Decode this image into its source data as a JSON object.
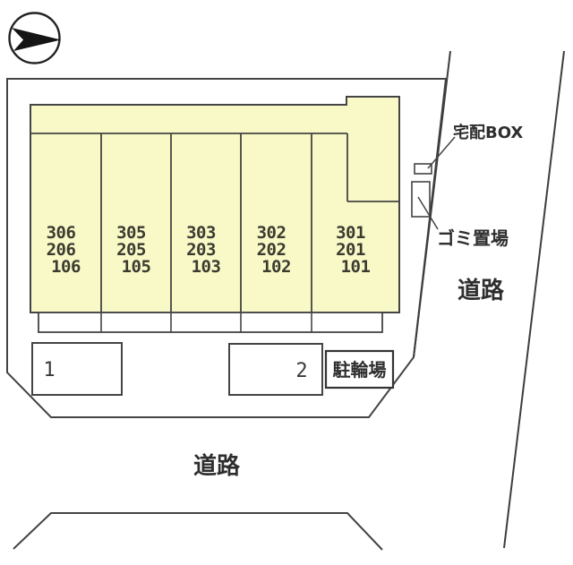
{
  "colors": {
    "building_fill": "#F9F9C8",
    "line": "#444444",
    "text": "#2E2E2E"
  },
  "compass": {
    "icon": "north-arrow"
  },
  "building": {
    "units": [
      {
        "rooms": [
          "306",
          "206",
          "106"
        ]
      },
      {
        "rooms": [
          "305",
          "205",
          "105"
        ]
      },
      {
        "rooms": [
          "303",
          "203",
          "103"
        ]
      },
      {
        "rooms": [
          "302",
          "202",
          "102"
        ]
      },
      {
        "rooms": [
          "301",
          "201",
          "101"
        ]
      }
    ]
  },
  "parking": {
    "space_1": "1",
    "space_2": "2"
  },
  "labels": {
    "delivery_box": "宅配BOX",
    "garbage_area": "ゴミ置場",
    "bicycle_parking": "駐輪場",
    "road_right": "道路",
    "road_bottom": "道路"
  }
}
